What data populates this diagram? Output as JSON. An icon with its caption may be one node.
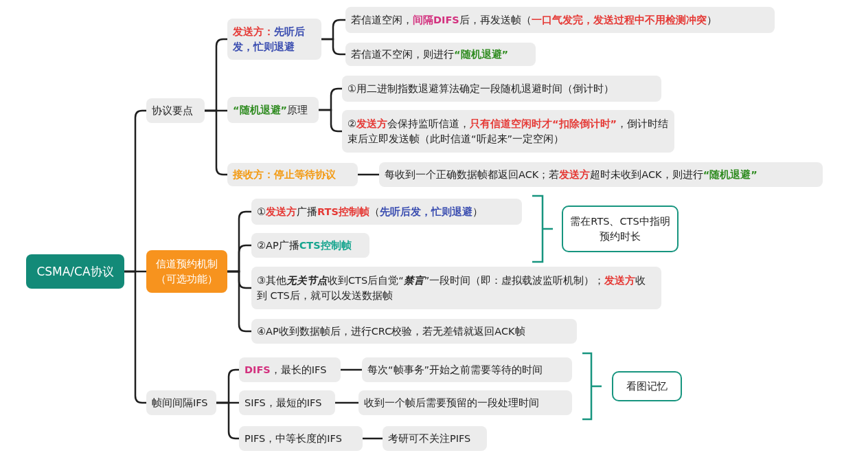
{
  "diagram": {
    "nodes": [
      {
        "text": [
          "CSMA/CA协议"
        ]
      },
      {
        "text": [
          "协议要点"
        ]
      },
      {
        "text": [
          "**发送方：**先听后发，忙则退避"
        ]
      },
      {
        "text": [
          "若信道空闲，**间隔DIFS**后，再发送帧（**一口气发完，发送过程中不用检测冲突**）"
        ]
      },
      {
        "text": [
          "若信道不空闲，则进行**“随机退避”**"
        ]
      },
      {
        "text": [
          "**“随机退避”**原理"
        ]
      },
      {
        "text": [
          "①用二进制指数退避算法确定一段随机退避时间（倒计时）"
        ]
      },
      {
        "text": [
          "②**发送方**会保持监听信道，**只有信道空闲时才“扣除倒计时”**，倒计时结束后立即发送帧（此时信道“听起来”一定空闲）"
        ]
      },
      {
        "text": [
          "接收方：停止等待协议"
        ]
      },
      {
        "text": [
          "每收到一个正确数据帧都返回ACK；若**发送方**超时未收到ACK，则进行**“随机退避”**"
        ]
      },
      {
        "text": [
          "信道预约机制（可选功能）"
        ]
      },
      {
        "text": [
          "①**发送方**广播**RTS控制帧**（**先听后发，忙则退避**）"
        ]
      },
      {
        "text": [
          "②AP广播**CTS控制帧**"
        ]
      },
      {
        "text": [
          "③其他**无关节点**收到CTS后自觉“**禁言**”一段时间（即：虚拟载波监听机制）；**发送方**收到 CTS后，就可以发送数据帧"
        ]
      },
      {
        "text": [
          "④AP收到数据帧后，进行CRC校验，若无差错就返回ACK帧"
        ]
      },
      {
        "text": [
          "需在RTS、CTS中指明预约时长"
        ]
      },
      {
        "text": [
          "帧间间隔IFS"
        ]
      },
      {
        "text": [
          "**DIFS**，最长的IFS"
        ]
      },
      {
        "text": [
          "每次“帧事务”开始之前需要等待的时间"
        ]
      },
      {
        "text": [
          "SIFS，最短的IFS"
        ]
      },
      {
        "text": [
          "收到一个帧后需要预留的一段处理时间"
        ]
      },
      {
        "text": [
          "PIFS，中等长度的IFS"
        ]
      },
      {
        "text": [
          "考研可不关注PIFS"
        ]
      },
      {
        "text": [
          "看图记忆"
        ]
      }
    ],
    "edges": [
      {
        "from": 0,
        "to": 1,
        "arrow": "none"
      },
      {
        "from": 0,
        "to": 10,
        "arrow": "none"
      },
      {
        "from": 0,
        "to": 16,
        "arrow": "none"
      },
      {
        "from": 1,
        "to": 2,
        "arrow": "none"
      },
      {
        "from": 1,
        "to": 5,
        "arrow": "none"
      },
      {
        "from": 1,
        "to": 8,
        "arrow": "none"
      },
      {
        "from": 2,
        "to": 3,
        "arrow": "none"
      },
      {
        "from": 2,
        "to": 4,
        "arrow": "none"
      },
      {
        "from": 5,
        "to": 6,
        "arrow": "none"
      },
      {
        "from": 5,
        "to": 7,
        "arrow": "none"
      },
      {
        "from": 8,
        "to": 9,
        "arrow": "none"
      },
      {
        "from": 10,
        "to": 11,
        "arrow": "none"
      },
      {
        "from": 10,
        "to": 12,
        "arrow": "none"
      },
      {
        "from": 10,
        "to": 13,
        "arrow": "none"
      },
      {
        "from": 10,
        "to": 14,
        "arrow": "none"
      },
      {
        "from": 16,
        "to": 17,
        "arrow": "none"
      },
      {
        "from": 16,
        "to": 19,
        "arrow": "none"
      },
      {
        "from": 16,
        "to": 21,
        "arrow": "none"
      },
      {
        "from": 17,
        "to": 18,
        "arrow": "none"
      },
      {
        "from": 19,
        "to": 20,
        "arrow": "none"
      },
      {
        "from": 21,
        "to": 22,
        "arrow": "none"
      }
    ]
  }
}
